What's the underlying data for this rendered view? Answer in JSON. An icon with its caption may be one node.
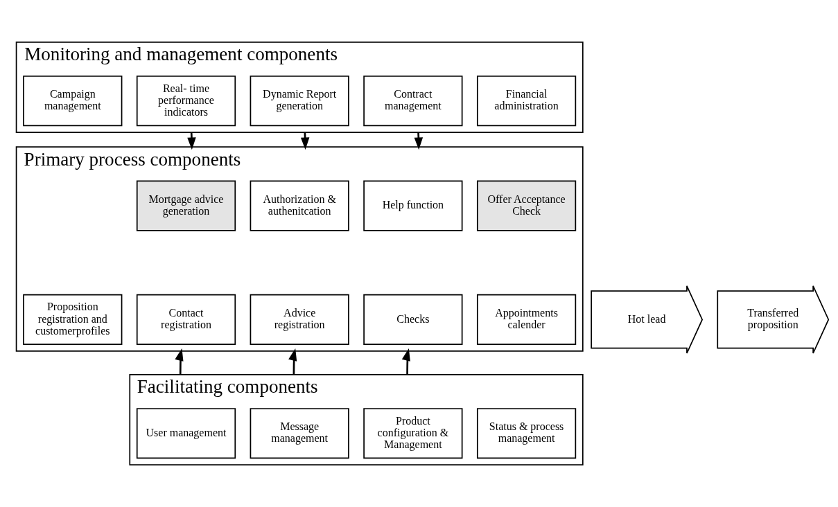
{
  "diagram": {
    "nodes": [
      {
        "text": [
          "Monitoring and management components"
        ]
      },
      {
        "text": [
          "Campaign management"
        ],
        "in": 0
      },
      {
        "text": [
          "Real- time performance indicators"
        ],
        "in": 0
      },
      {
        "text": [
          "Dynamic Report generation"
        ],
        "in": 0
      },
      {
        "text": [
          "Contract management"
        ],
        "in": 0
      },
      {
        "text": [
          "Financial administration"
        ],
        "in": 0
      },
      {
        "text": [
          "Primary process components"
        ]
      },
      {
        "text": [
          "Mortgage advice generation"
        ],
        "in": 6
      },
      {
        "text": [
          "Authorization & authenitcation"
        ],
        "in": 6
      },
      {
        "text": [
          "Help function"
        ],
        "in": 6
      },
      {
        "text": [
          "Offer Acceptance Check"
        ],
        "in": 6
      },
      {
        "text": [
          "Proposition registration and customerprofiles"
        ],
        "in": 6
      },
      {
        "text": [
          "Contact registration"
        ],
        "in": 6
      },
      {
        "text": [
          "Advice registration"
        ],
        "in": 6
      },
      {
        "text": [
          "Checks"
        ],
        "in": 6
      },
      {
        "text": [
          "Appointments calender"
        ],
        "in": 6
      },
      {
        "text": [
          "Facilitating components"
        ]
      },
      {
        "text": [
          "User management"
        ],
        "in": 16
      },
      {
        "text": [
          "Message management"
        ],
        "in": 16
      },
      {
        "text": [
          "Product configuration & Management"
        ],
        "in": 16
      },
      {
        "text": [
          "Status & process management"
        ],
        "in": 16
      },
      {
        "text": [
          "Hot lead"
        ]
      },
      {
        "text": [
          "Transferred proposition"
        ]
      }
    ],
    "edges": [
      {
        "from": 0,
        "to": 6,
        "arrow": "to"
      },
      {
        "from": 0,
        "to": 6,
        "arrow": "to"
      },
      {
        "from": 0,
        "to": 6,
        "arrow": "to"
      },
      {
        "from": 16,
        "to": 6,
        "arrow": "to"
      },
      {
        "from": 16,
        "to": 6,
        "arrow": "to"
      },
      {
        "from": 16,
        "to": 6,
        "arrow": "to"
      }
    ]
  }
}
